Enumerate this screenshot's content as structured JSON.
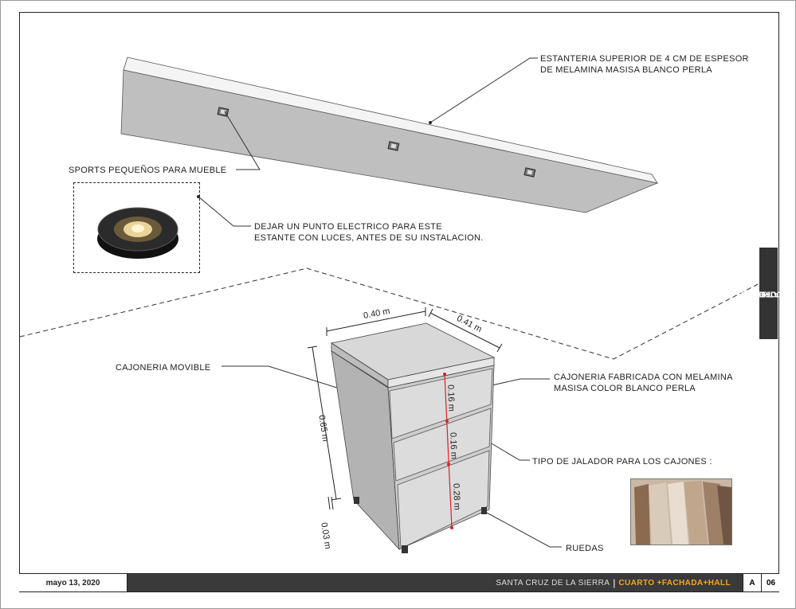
{
  "notes": {
    "shelf_spec_line1": "ESTANTERIA SUPERIOR DE 4 CM DE ESPESOR",
    "shelf_spec_line2": "DE MELAMINA MASISA BLANCO PERLA",
    "spots": "SPORTS PEQUEÑOS PARA MUEBLE",
    "electric_line1": "DEJAR UN PUNTO ELECTRICO PARA ESTE",
    "electric_line2": "ESTANTE CON LUCES, ANTES DE SU INSTALACION.",
    "cabinet_mobile": "CAJONERIA MOVIBLE",
    "cabinet_material_line1": "CAJONERIA FABRICADA CON MELAMINA",
    "cabinet_material_line2": "MASISA COLOR BLANCO PERLA",
    "handle_type": "TIPO DE JALADOR PARA LOS CAJONES :",
    "wheels": "RUEDAS"
  },
  "dimensions": {
    "width": "0.40 m",
    "depth": "0.41 m",
    "height": "0.65 m",
    "wheel_gap": "0.03 m",
    "drawer_1": "0.16 m",
    "drawer_2": "0.16 m",
    "drawer_3": "0.28 m"
  },
  "author_tab": {
    "line1": "ARQ. KATHERINE",
    "line2": "JORDAN"
  },
  "title_block": {
    "date": "mayo 13, 2020",
    "city": "SANTA CRUZ DE LA SIERRA",
    "separator": "|",
    "project": "CUARTO +FACHADA+HALL",
    "revision": "A",
    "sheet_number": "06"
  },
  "colors": {
    "project_accent": "#f5a623",
    "dimension_red": "#e02020",
    "panel_gray": "#c4c4c4"
  }
}
